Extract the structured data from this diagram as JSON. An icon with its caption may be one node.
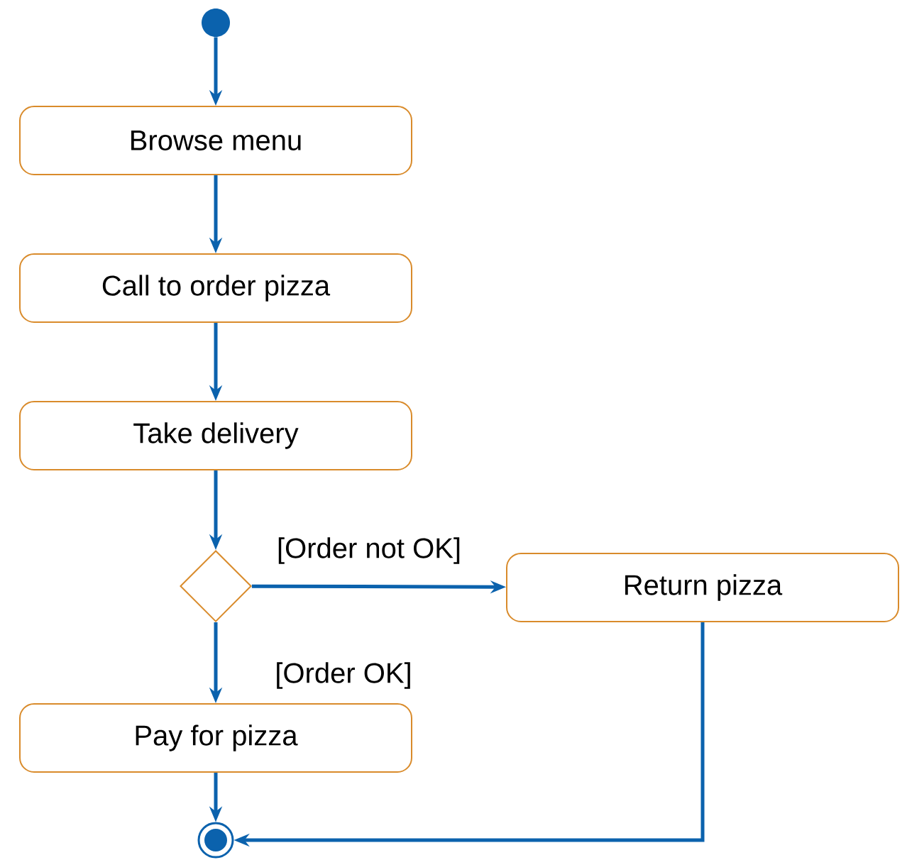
{
  "diagram": {
    "nodes": [
      {
        "text": [],
        "shape": "circle"
      },
      {
        "text": [
          "Browse menu"
        ]
      },
      {
        "text": [
          "Call to order pizza"
        ]
      },
      {
        "text": [
          "Take delivery"
        ]
      },
      {
        "text": [],
        "shape": "diamond"
      },
      {
        "text": [
          "Return pizza"
        ]
      },
      {
        "text": [
          "Pay for pizza"
        ]
      },
      {
        "text": [],
        "shape": "bullseye"
      }
    ],
    "edges": [
      {
        "from": 0,
        "to": 1,
        "arrow": "to"
      },
      {
        "from": 1,
        "to": 2,
        "arrow": "to"
      },
      {
        "from": 2,
        "to": 3,
        "arrow": "to"
      },
      {
        "from": 3,
        "to": 4,
        "arrow": "to"
      },
      {
        "from": 4,
        "to": 5,
        "arrow": "to",
        "label": "[Order not OK]"
      },
      {
        "from": 4,
        "to": 6,
        "arrow": "to",
        "label": "[Order OK]"
      },
      {
        "from": 6,
        "to": 7,
        "arrow": "to"
      },
      {
        "from": 5,
        "to": 7,
        "arrow": "to"
      }
    ]
  }
}
